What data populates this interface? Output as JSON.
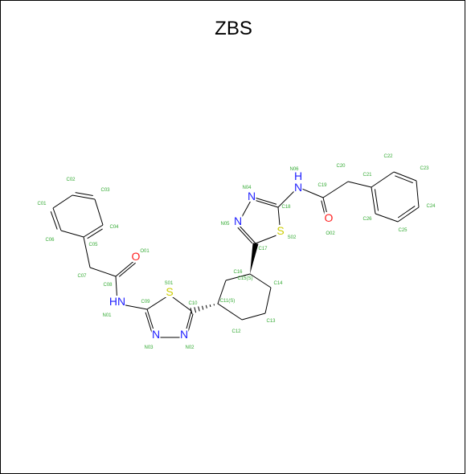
{
  "title": "ZBS",
  "colors": {
    "bond": "#000000",
    "N": "#2222ff",
    "O": "#ff2222",
    "S": "#cccc00",
    "label": "#33aa33"
  },
  "molecule": {
    "atom_labels": [
      {
        "id": "C01",
        "text": "C01"
      },
      {
        "id": "C02",
        "text": "C02"
      },
      {
        "id": "C03",
        "text": "C03"
      },
      {
        "id": "C04",
        "text": "C04"
      },
      {
        "id": "C05",
        "text": "C05"
      },
      {
        "id": "C06",
        "text": "C06"
      },
      {
        "id": "C07",
        "text": "C07"
      },
      {
        "id": "C08",
        "text": "C08"
      },
      {
        "id": "O01",
        "text": "O01"
      },
      {
        "id": "N01",
        "text": "N01"
      },
      {
        "id": "C09",
        "text": "C09"
      },
      {
        "id": "S01",
        "text": "S01"
      },
      {
        "id": "C10",
        "text": "C10"
      },
      {
        "id": "N02",
        "text": "N02"
      },
      {
        "id": "N03",
        "text": "N03"
      },
      {
        "id": "C11",
        "text": "C11(S)"
      },
      {
        "id": "C12",
        "text": "C12"
      },
      {
        "id": "C13",
        "text": "C13"
      },
      {
        "id": "C14",
        "text": "C14"
      },
      {
        "id": "C15",
        "text": "C15(S)"
      },
      {
        "id": "C16",
        "text": "C16"
      },
      {
        "id": "C17",
        "text": "C17"
      },
      {
        "id": "S02",
        "text": "S02"
      },
      {
        "id": "C18",
        "text": "C18"
      },
      {
        "id": "N04",
        "text": "N04"
      },
      {
        "id": "N05",
        "text": "N05"
      },
      {
        "id": "N06",
        "text": "N06"
      },
      {
        "id": "C19",
        "text": "C19"
      },
      {
        "id": "O02",
        "text": "O02"
      },
      {
        "id": "C20",
        "text": "C20"
      },
      {
        "id": "C21",
        "text": "C21"
      },
      {
        "id": "C22",
        "text": "C22"
      },
      {
        "id": "C23",
        "text": "C23"
      },
      {
        "id": "C24",
        "text": "C24"
      },
      {
        "id": "C25",
        "text": "C25"
      },
      {
        "id": "C26",
        "text": "C26"
      }
    ],
    "element_symbols": [
      {
        "id": "O01",
        "symbol": "O",
        "color": "O"
      },
      {
        "id": "N01",
        "symbol": "HN",
        "color": "N"
      },
      {
        "id": "S01",
        "symbol": "S",
        "color": "S"
      },
      {
        "id": "N02",
        "symbol": "N",
        "color": "N"
      },
      {
        "id": "N03",
        "symbol": "N",
        "color": "N"
      },
      {
        "id": "S02",
        "symbol": "S",
        "color": "S"
      },
      {
        "id": "N04",
        "symbol": "N",
        "color": "N"
      },
      {
        "id": "N05",
        "symbol": "N",
        "color": "N"
      },
      {
        "id": "N06",
        "symbol": "H",
        "color": "N"
      },
      {
        "id": "N06b",
        "symbol": "N",
        "color": "N"
      },
      {
        "id": "O02",
        "symbol": "O",
        "color": "O"
      }
    ]
  }
}
